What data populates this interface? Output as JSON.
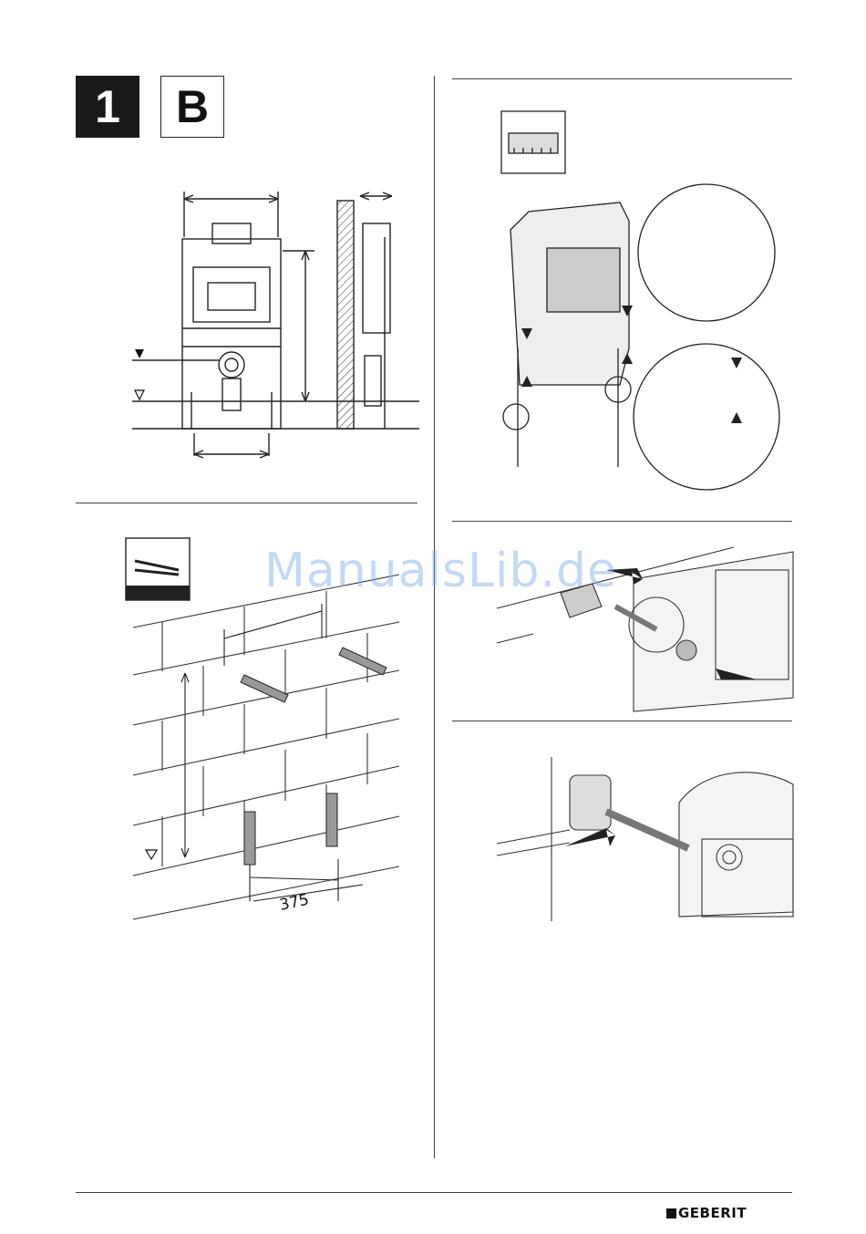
{
  "header": {
    "step_number": "1",
    "variant_letter": "B"
  },
  "figures": {
    "wall_plugs": {
      "dimension_label": "375"
    }
  },
  "watermark": {
    "text": "ManualsLib.de"
  },
  "footer": {
    "brand_logo": "GEBERIT"
  },
  "colors": {
    "dark": "#1a1a1a",
    "line": "#444444",
    "watermark": "#78aae6"
  }
}
